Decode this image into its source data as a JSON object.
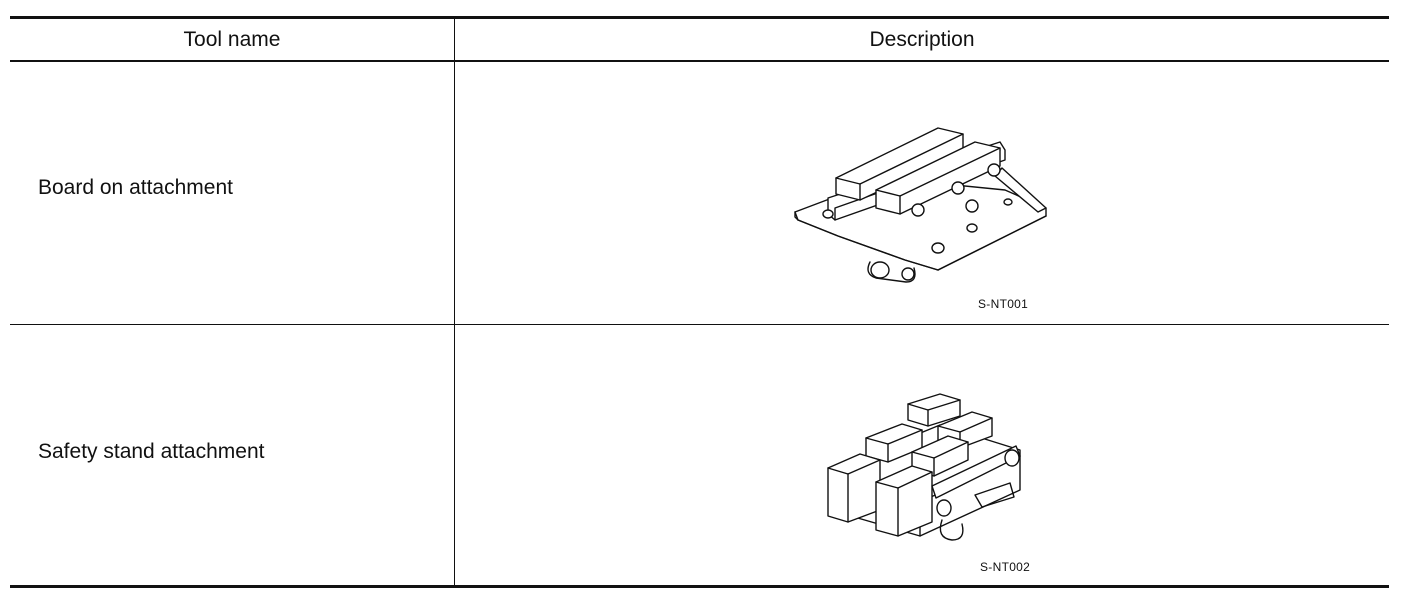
{
  "table": {
    "headers": {
      "tool_name": "Tool name",
      "description": "Description"
    },
    "rows": [
      {
        "tool_name": "Board on attachment",
        "figure_code": "S-NT001"
      },
      {
        "tool_name": "Safety stand attachment",
        "figure_code": "S-NT002"
      }
    ]
  }
}
